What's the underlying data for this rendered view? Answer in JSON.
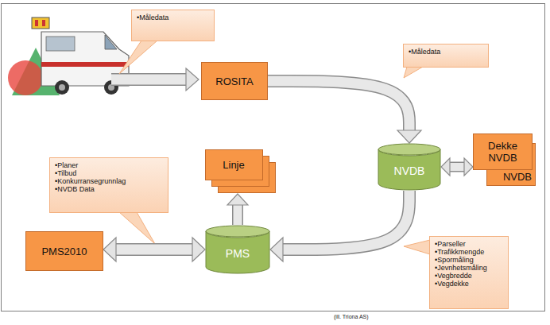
{
  "diagram": {
    "caption": "(ill. Triona AS)",
    "nodes": [
      {
        "text": [
          "•Måledata"
        ]
      },
      {
        "text": [
          "ROSITA"
        ]
      },
      {
        "text": [
          "•Måledata"
        ]
      },
      {
        "text": [
          "NVDB"
        ]
      },
      {
        "text": [
          "Dekke NVDB"
        ]
      },
      {
        "text": [
          "•Planer",
          "•Tilbud",
          "•Konkurransegrunnlag",
          "•NVDB Data"
        ]
      },
      {
        "text": [
          "Linje"
        ]
      },
      {
        "text": [
          "NVDB"
        ]
      },
      {
        "text": [
          "PMS2010"
        ]
      },
      {
        "text": [
          "PMS"
        ]
      },
      {
        "text": [
          "•Parseller",
          "•Trafikkmengde",
          "•Spormåling",
          "•Jevnhetsmåling",
          "•Vegbredde",
          "•Vegdekke"
        ]
      }
    ],
    "edges": [
      {
        "from": 1,
        "to": 7,
        "arrow": "to"
      },
      {
        "from": 7,
        "to": 4,
        "arrow": "both"
      },
      {
        "from": 7,
        "to": 9,
        "arrow": "to"
      },
      {
        "from": 9,
        "to": 8,
        "arrow": "both"
      },
      {
        "from": 9,
        "to": 6,
        "arrow": "to"
      }
    ]
  }
}
